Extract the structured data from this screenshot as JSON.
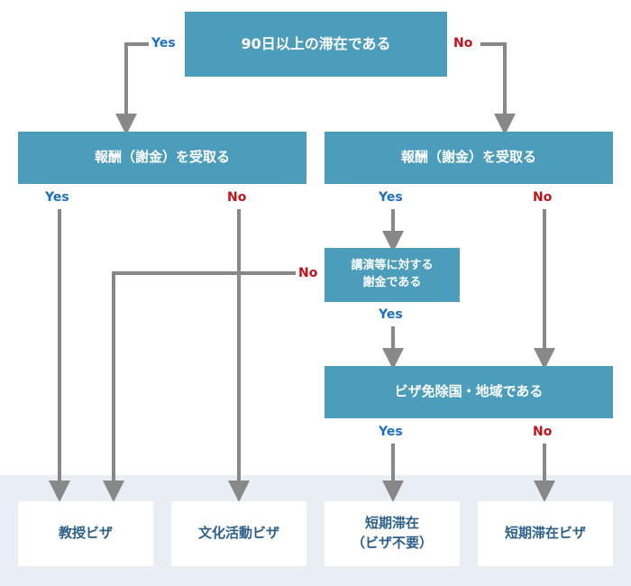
{
  "colors": {
    "box_fill": "#4c9dbc",
    "arrow": "#888888",
    "yes": "#1d6fc0",
    "no": "#c0131c",
    "result_text": "#2b5f88",
    "bottom_band": "#e9eef4"
  },
  "nodes": {
    "stay90": "90日以上の滞在である",
    "reward_left": "報酬（謝金）を受取る",
    "reward_right": "報酬（謝金）を受取る",
    "lecture": "講演等に対する\n謝金である",
    "visa_exempt": "ビザ免除国・地域である"
  },
  "results": {
    "r1": "教授ビザ",
    "r2": "文化活動ビザ",
    "r3": "短期滞在\n（ビザ不要）",
    "r4": "短期滞在ビザ"
  },
  "labels": {
    "yes": "Yes",
    "no": "No"
  }
}
